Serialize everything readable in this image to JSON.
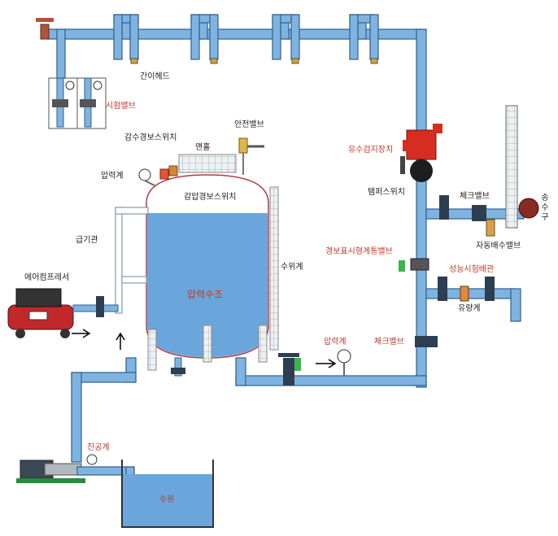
{
  "labels": {
    "header": "간이헤드",
    "test_valve": "시험밸브",
    "safety_valve": "안전밸브",
    "low_water_switch": "감수경보스위치",
    "manhole": "맨홀",
    "pressure_gauge_tank": "압력계",
    "low_pressure_switch": "감압경보스위치",
    "air_supply_pipe": "급기관",
    "air_compressor": "에어컴프레서",
    "pressure_tank": "압력수조",
    "water_level_gauge": "수위계",
    "flow_alarm_check": "유수검지장치",
    "tamper_switch": "탬퍼스위치",
    "check_valve_top": "체크밸브",
    "fire_dept_connection": [
      "송",
      "수",
      "구"
    ],
    "auto_drain_valve": "자동배수밸브",
    "alarm_test_valve": "경보표시형계통밸브",
    "performance_test_pipe": "성능시험배관",
    "flowmeter": "유량계",
    "pressure_gauge_line": "압력계",
    "check_valve_bottom": "체크밸브",
    "vacuum_gauge": "진공계",
    "water_source": "수원"
  },
  "colors": {
    "pipe": "#7fb4e0",
    "pipe_edge": "#2f5f8f",
    "tank_water": "#6aa6dc",
    "tank_shell": "#ffffff",
    "tank_edge": "#b23a48",
    "valve_red": "#d62d20",
    "label_red": "#c0392b",
    "label_black": "#222222",
    "grid_block": "#d0d6da"
  }
}
